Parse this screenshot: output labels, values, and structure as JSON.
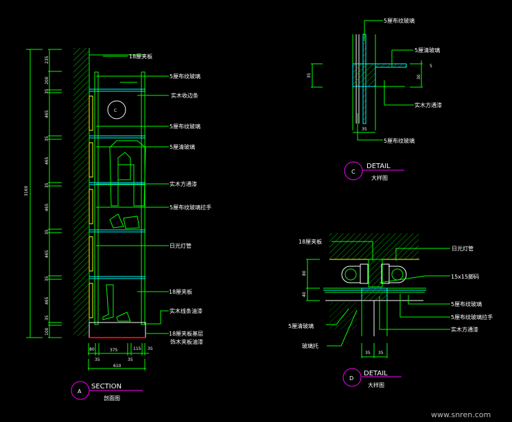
{
  "section_a": {
    "title": "SECTION",
    "subtitle": "剖面图",
    "marker": "A",
    "labels": [
      "18厘夹板",
      "5厘布纹玻璃",
      "实木收边条",
      "5厘布纹玻璃",
      "5厘清玻璃",
      "实木方通漆",
      "5厘布纹玻璃拉手",
      "日光灯管",
      "18厘夹板",
      "实木线条油漆",
      "18厘夹板基层",
      "饰木夹板油漆"
    ],
    "marker_c": "C",
    "vertical_total": "3160",
    "vertical_dims": [
      "235",
      "200",
      "35",
      "465",
      "35",
      "465",
      "35",
      "465",
      "35",
      "465",
      "35",
      "465",
      "35",
      "100"
    ],
    "bottom_dims_row1": [
      "80",
      "375",
      "115",
      "35"
    ],
    "bottom_dims_row2": [
      "35",
      "35"
    ],
    "bottom_total": "610"
  },
  "detail_c": {
    "title": "DETAIL",
    "subtitle": "大样图",
    "marker": "C",
    "labels": [
      "5厘布纹玻璃",
      "5厘清玻璃",
      "实木方通漆",
      "5厘布纹玻璃"
    ],
    "dims": {
      "left": "35",
      "right": "30",
      "top_right": "5",
      "bottom": "35"
    }
  },
  "detail_d": {
    "title": "DETAIL",
    "subtitle": "大样图",
    "marker": "D",
    "labels_left": [
      "18厘夹板",
      "5厘清玻璃",
      "玻璃托"
    ],
    "labels_right": [
      "日光灯管",
      "15x15脚码",
      "5厘布纹玻璃",
      "5厘布纹玻璃拉手",
      "实木方通漆"
    ],
    "dims": {
      "upper": "80",
      "lower": "40",
      "bottom_left": "35",
      "bottom_right": "35"
    }
  },
  "watermark": "www.snren.com",
  "colors": {
    "line": "#00ff00",
    "glass": "#00ffff",
    "marker": "#ff00ff",
    "wood": "#ffff00",
    "base": "#ff0000"
  }
}
